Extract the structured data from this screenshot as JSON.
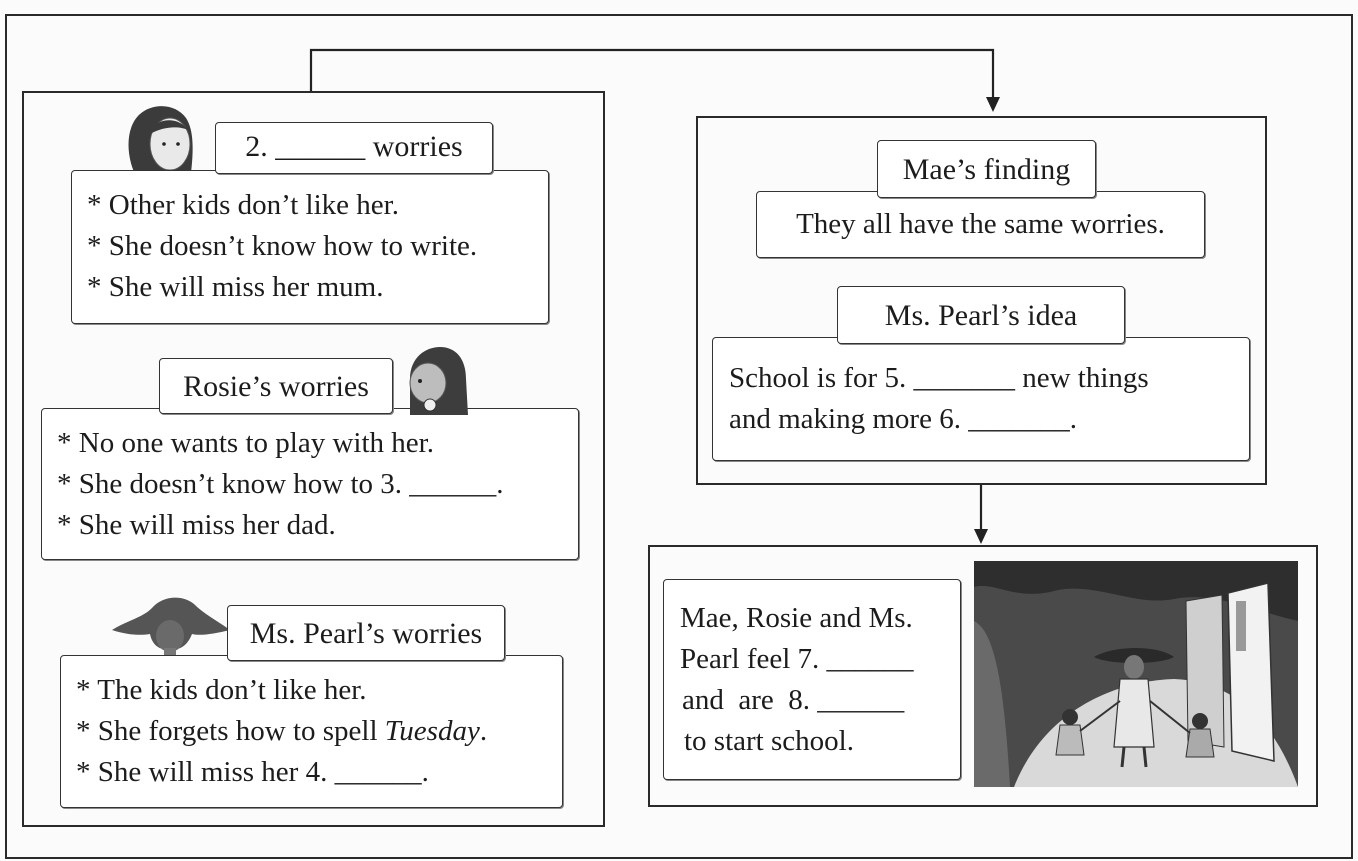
{
  "left": {
    "mae": {
      "label": "2. ______ worries",
      "items": [
        "* Other kids don’t like her.",
        "* She doesn’t know how to write.",
        "* She will miss her mum."
      ]
    },
    "rosie": {
      "label": "Rosie’s worries",
      "items": [
        "* No one wants to play with her.",
        "* She doesn’t know how to 3. ______.",
        "* She will miss her dad."
      ]
    },
    "pearl": {
      "label": "Ms. Pearl’s worries",
      "item1": "* The kids don’t like her.",
      "item2_prefix": "* She forgets how to spell ",
      "item2_italic": "Tuesday",
      "item2_suffix": ".",
      "item3": "* She will miss her 4. ______."
    }
  },
  "right": {
    "finding": {
      "label": "Mae’s finding",
      "text": "They all have the same worries."
    },
    "idea": {
      "label": "Ms. Pearl’s idea",
      "lines": [
        "School is for 5. _______ new things",
        "and making more 6. _______."
      ]
    },
    "conclusion": {
      "lines": [
        "Mae, Rosie and Ms.",
        "Pearl feel 7. ______",
        "and  are  8. ______",
        "to start school."
      ]
    }
  }
}
